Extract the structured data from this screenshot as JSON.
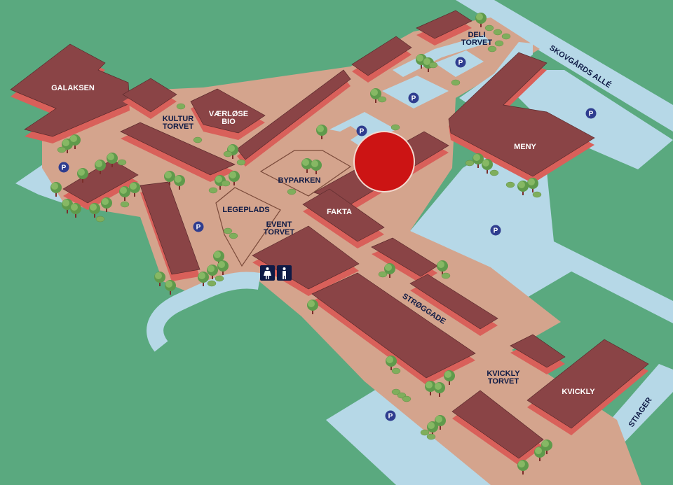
{
  "map": {
    "labels": {
      "galaksen": "GALAKSEN",
      "kultur_torvet": [
        "KULTUR",
        "TORVET"
      ],
      "vaerloese_bio": [
        "VÆRLØSE",
        "BIO"
      ],
      "deli_torvet": [
        "DELI",
        "TORVET"
      ],
      "skovgaards_alle": "SKOVGÅRDS ALLÉ",
      "meny": "MENY",
      "byparken": "BYPARKEN",
      "legeplads": "LEGEPLADS",
      "fakta": "FAKTA",
      "event_torvet": [
        "EVENT",
        "TORVET"
      ],
      "stroeggade": "STRØGGADE",
      "kvickly_torvet": [
        "KVICKLY",
        "TORVET"
      ],
      "kvickly": "KVICKLY",
      "stiager": "STIAGER"
    },
    "parking_label": "P",
    "colors": {
      "grass": "#5aa97f",
      "plaza": "#d4a48d",
      "roof": "#8a4446",
      "wall": "#d9605a",
      "water_parking": "#b6d8e7",
      "parking_marker": "#2f3d8f",
      "location_marker": "#cc1414",
      "toilet_sign": "#0e1a45"
    },
    "icons": [
      "toilet-women-icon",
      "toilet-men-icon",
      "parking-icon",
      "current-location-marker"
    ]
  }
}
